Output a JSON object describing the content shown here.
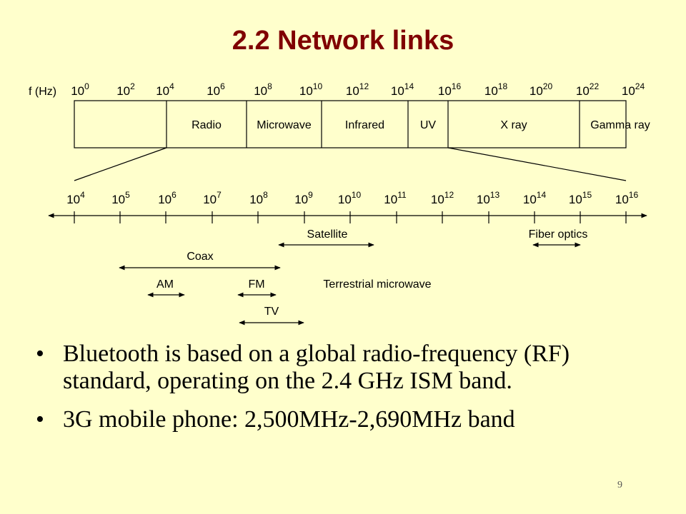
{
  "title": "2.2 Network links",
  "spectrum": {
    "axis_label": "f (Hz)",
    "tick_exponents": [
      "0",
      "2",
      "4",
      "6",
      "8",
      "10",
      "12",
      "14",
      "16",
      "18",
      "20",
      "22",
      "24"
    ],
    "bands": [
      "Radio",
      "Microwave",
      "Infrared",
      "UV",
      "X ray",
      "Gamma ray"
    ]
  },
  "detail": {
    "tick_exponents": [
      "4",
      "5",
      "6",
      "7",
      "8",
      "9",
      "10",
      "11",
      "12",
      "13",
      "14",
      "15",
      "16"
    ],
    "ranges": [
      {
        "label": "Satellite"
      },
      {
        "label": "Fiber optics"
      },
      {
        "label": "Coax"
      },
      {
        "label": "AM"
      },
      {
        "label": "FM"
      },
      {
        "label": "Terrestrial microwave"
      },
      {
        "label": "TV"
      }
    ]
  },
  "bullets": [
    "Bluetooth is based on a global radio-frequency (RF) standard, operating on the 2.4 GHz ISM band.",
    "3G mobile phone: 2,500MHz-2,690MHz band"
  ],
  "page_number": "9"
}
